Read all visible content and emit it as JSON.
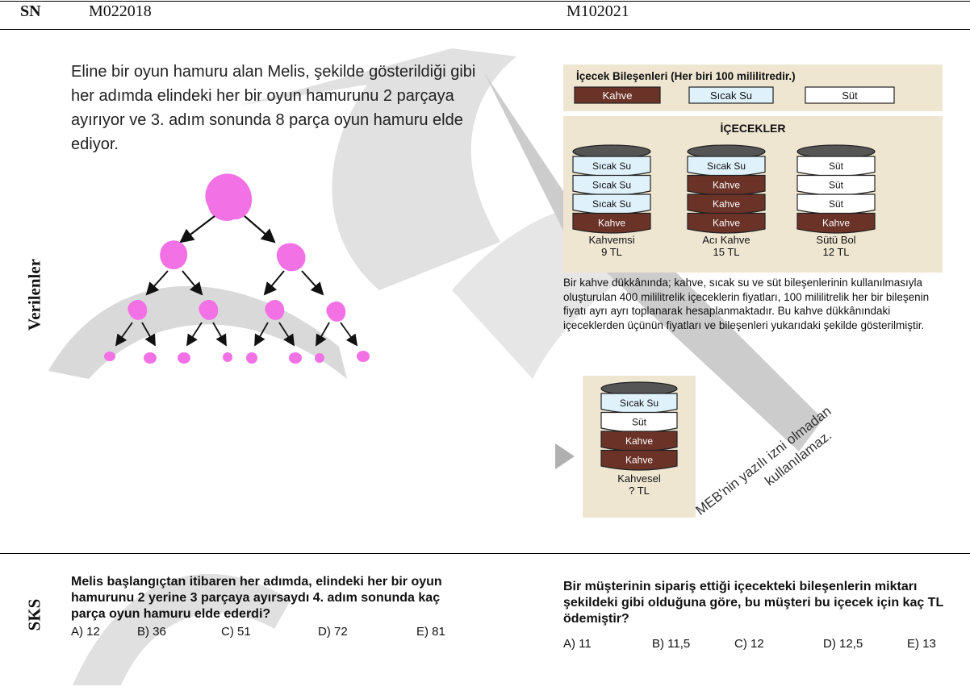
{
  "header": {
    "sn_label": "SN",
    "col1_code": "M022018",
    "col2_code": "M102021"
  },
  "rows": {
    "given_label": "Verilenler",
    "sks_label": "SKS"
  },
  "left": {
    "intro": "Eline bir oyun hamuru alan Melis, şekilde gösterildiği gibi her adımda elindeki her bir oyun hamurunu 2 parçaya ayırıyor ve 3. adım sonunda 8 parça oyun hamuru elde ediyor.",
    "question": "Melis başlangıçtan itibaren her adımda, elindeki her bir oyun hamurunu 2 yerine 3 parçaya ayırsaydı 4. adım sonunda kaç parça oyun hamuru elde ederdi?",
    "options": [
      "A) 12",
      "B) 36",
      "C) 51",
      "D) 72",
      "E) 81"
    ],
    "dough_color": "#f272e6"
  },
  "right": {
    "legend_title": "İçecek Bileşenleri (Her biri 100 mililitredir.)",
    "legend": [
      "Kahve",
      "Sıcak Su",
      "Süt"
    ],
    "drinks_title": "İÇECEKLER",
    "drinks": [
      {
        "layers": [
          "Sıcak Su",
          "Sıcak Su",
          "Sıcak Su",
          "Kahve"
        ],
        "name": "Kahvemsi",
        "price": "9 TL"
      },
      {
        "layers": [
          "Sıcak Su",
          "Kahve",
          "Kahve",
          "Kahve"
        ],
        "name": "Acı Kahve",
        "price": "15 TL"
      },
      {
        "layers": [
          "Süt",
          "Süt",
          "Süt",
          "Kahve"
        ],
        "name": "Sütü Bol",
        "price": "12 TL"
      }
    ],
    "story": "Bir kahve dükkânında; kahve, sıcak su ve süt bileşenlerinin kullanılmasıyla oluşturulan 400 mililitrelik içeceklerin fiyatları, 100 mililitrelik her bir bileşenin fiyatı ayrı ayrı toplanarak hesaplanmaktadır. Bu kahve dükkânındaki içeceklerden üçünün fiyatları ve bileşenleri yukarıdaki şekilde gösterilmiştir.",
    "mystery": {
      "layers": [
        "Sıcak Su",
        "Süt",
        "Kahve",
        "Kahve"
      ],
      "name": "Kahvesel",
      "price": "? TL"
    },
    "watermark_1": "MEB'nin yazılı izni olmadan",
    "watermark_2": "kullanılamaz.",
    "question": "Bir müşterinin sipariş ettiği içecekteki bileşenlerin miktarı şekildeki gibi olduğuna göre, bu müşteri bu içecek için kaç TL ödemiştir?",
    "options": [
      "A) 11",
      "B) 11,5",
      "C) 12",
      "D) 12,5",
      "E) 13"
    ],
    "colors": {
      "kahve": "#6b3328",
      "sicak_su": "#dff1fb",
      "sut": "#ffffff",
      "panel": "#efe6d2",
      "lid": "#555555"
    }
  }
}
